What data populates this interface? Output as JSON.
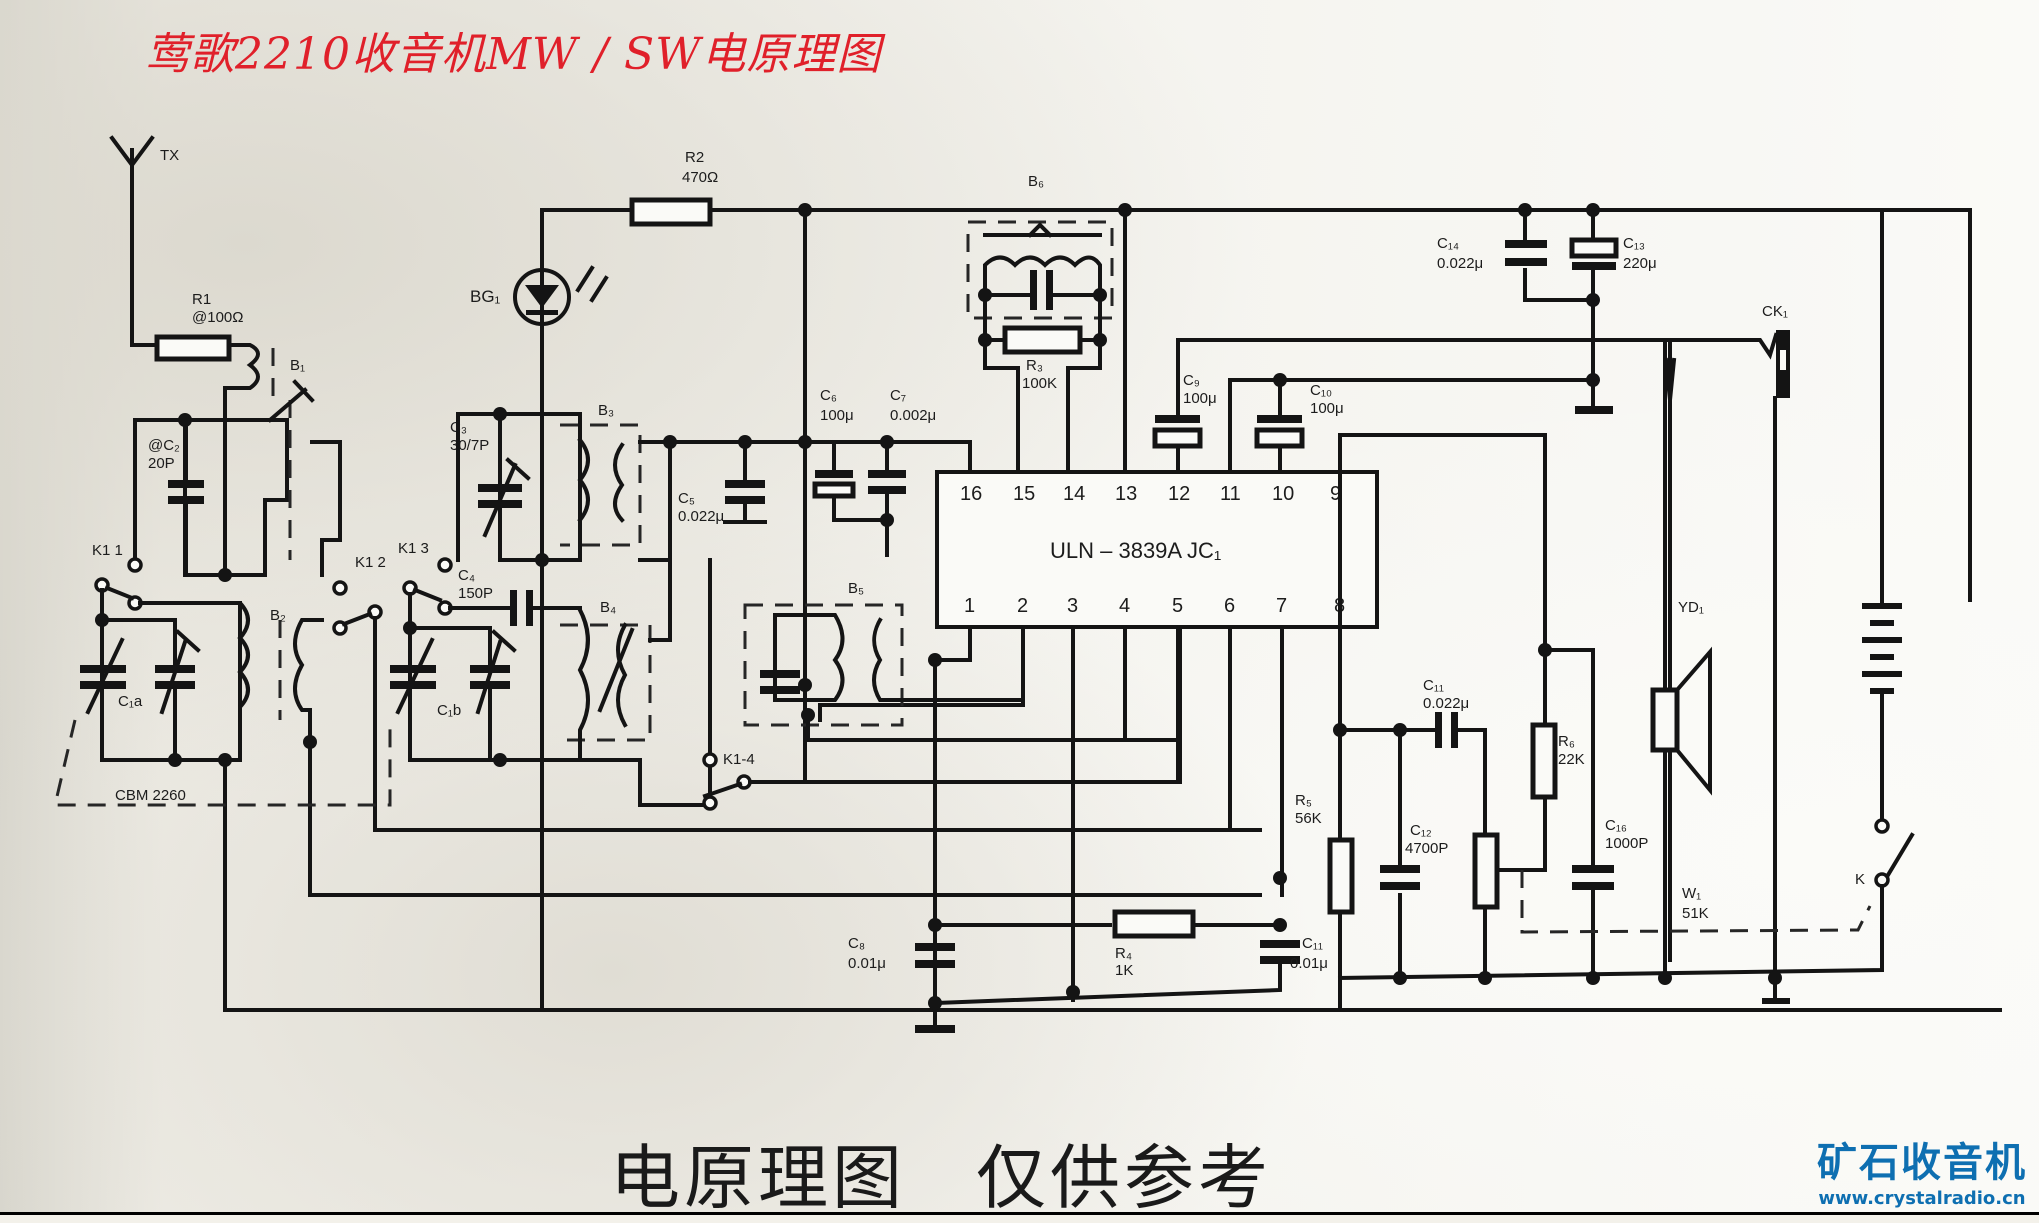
{
  "title": "莺歌2210收音机MW / SW电原理图",
  "footer": {
    "left": "电原理图",
    "right": "仅供参考"
  },
  "watermark": {
    "name": "矿石收音机",
    "url": "www.crystalradio.cn"
  },
  "colors": {
    "title": "#e0202a",
    "watermark": "#0e6fb1",
    "ink": "#141414",
    "paper": "#f3f1ea"
  },
  "ic": {
    "label": "ULN – 3839A JC₁",
    "pins_top": [
      "16",
      "15",
      "14",
      "13",
      "12",
      "11",
      "10",
      "9"
    ],
    "pins_bottom": [
      "1",
      "2",
      "3",
      "4",
      "5",
      "6",
      "7",
      "8"
    ]
  },
  "components": {
    "antenna": "TX",
    "R1": {
      "name": "R1",
      "value": "@100Ω"
    },
    "R2": {
      "name": "R2",
      "value": "470Ω"
    },
    "R3": {
      "name": "R₃",
      "value": "100K"
    },
    "R4": {
      "name": "R₄",
      "value": "1K"
    },
    "R5": {
      "name": "R₅",
      "value": "56K"
    },
    "R6": {
      "name": "R₆",
      "value": "22K"
    },
    "W1": {
      "name": "W₁",
      "value": "51K"
    },
    "BG1": {
      "name": "BG₁"
    },
    "B1": {
      "name": "B₁"
    },
    "B2": {
      "name": "B₂"
    },
    "B3": {
      "name": "B₃"
    },
    "B4": {
      "name": "B₄"
    },
    "B5": {
      "name": "B₅"
    },
    "B6": {
      "name": "B₆"
    },
    "C1a": {
      "name": "C₁a"
    },
    "C1b": {
      "name": "C₁b"
    },
    "C2": {
      "name": "@C₂",
      "value": "20P"
    },
    "C3": {
      "name": "C₃",
      "value": "30/7P"
    },
    "C4": {
      "name": "C₄",
      "value": "150P"
    },
    "C5": {
      "name": "C₅",
      "value": "0.022μ"
    },
    "C6": {
      "name": "C₆",
      "value": "100μ"
    },
    "C7": {
      "name": "C₇",
      "value": "0.002μ"
    },
    "C8": {
      "name": "C₈",
      "value": "0.01μ"
    },
    "C9": {
      "name": "C₉",
      "value": "100μ"
    },
    "C10": {
      "name": "C₁₀",
      "value": "100μ"
    },
    "C11a": {
      "name": "C₁₁",
      "value": "0.022μ"
    },
    "C11b": {
      "name": "C₁₁",
      "value": "0.01μ"
    },
    "C12": {
      "name": "C₁₂",
      "value": "4700P"
    },
    "C13": {
      "name": "C₁₃",
      "value": "220μ"
    },
    "C14": {
      "name": "C₁₄",
      "value": "0.022μ"
    },
    "C16": {
      "name": "C₁₆",
      "value": "1000P"
    },
    "K11": "K1 1",
    "K12": "K1 2",
    "K13": "K1 3",
    "K14": "K1-4",
    "K": "K",
    "CK1": "CK₁",
    "Y1": "YD₁",
    "gang": "CBM   2260"
  }
}
